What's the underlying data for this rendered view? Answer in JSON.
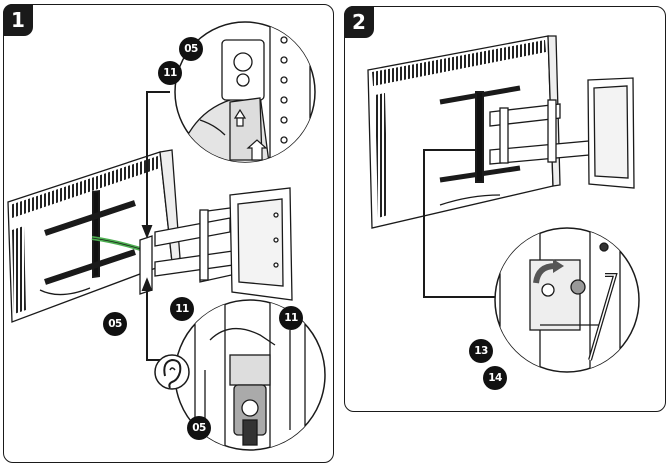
{
  "steps": [
    {
      "number": "1"
    },
    {
      "number": "2"
    }
  ],
  "callouts": {
    "p1_top_05": "05",
    "p1_top_11": "11",
    "p1_mid_05": "05",
    "p1_mid_11": "11",
    "p1_bot_11": "11",
    "p1_bot_05": "05",
    "p2_13": "13",
    "p2_14": "14"
  },
  "icons": {
    "arrow_up": "up-arrow-icon",
    "listen": "ear-icon",
    "rotate": "rotate-arrow-icon"
  },
  "colors": {
    "outline": "#1a1a1a",
    "cable": "#4caf50",
    "shade": "#d9d9d9"
  }
}
